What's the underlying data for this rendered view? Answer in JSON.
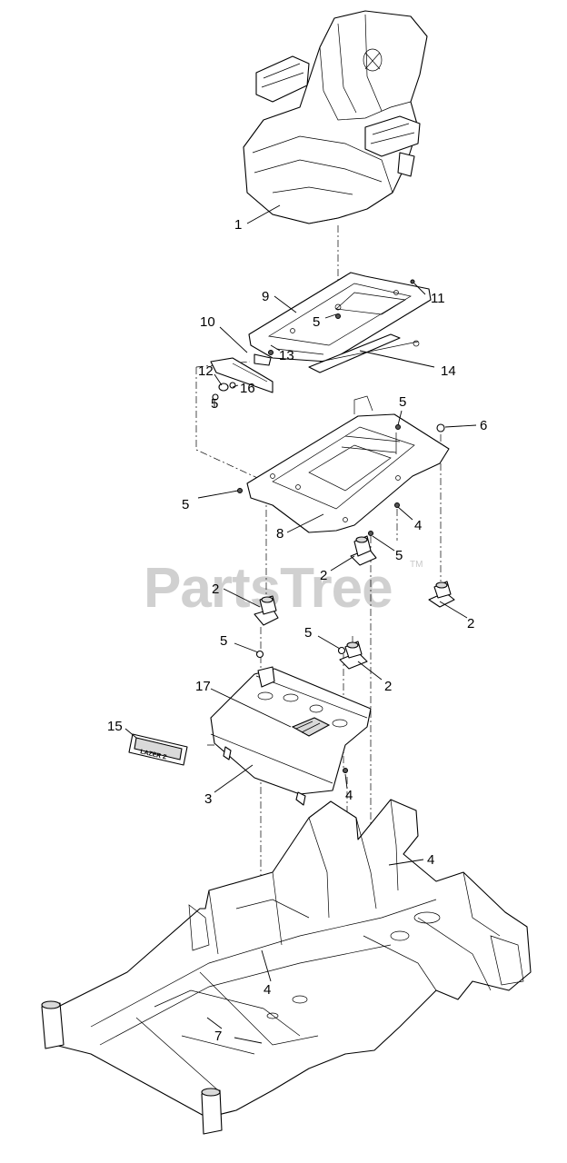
{
  "watermark": {
    "text": "PartsTree",
    "trademark": "TM"
  },
  "callouts": [
    "1",
    "9",
    "11",
    "5",
    "10",
    "13",
    "14",
    "12",
    "16",
    "5",
    "5",
    "6",
    "5",
    "4",
    "8",
    "2",
    "5",
    "2",
    "2",
    "5",
    "2",
    "5",
    "17",
    "15",
    "3",
    "4",
    "4",
    "4",
    "7"
  ],
  "badge_text": "LAZER Z"
}
